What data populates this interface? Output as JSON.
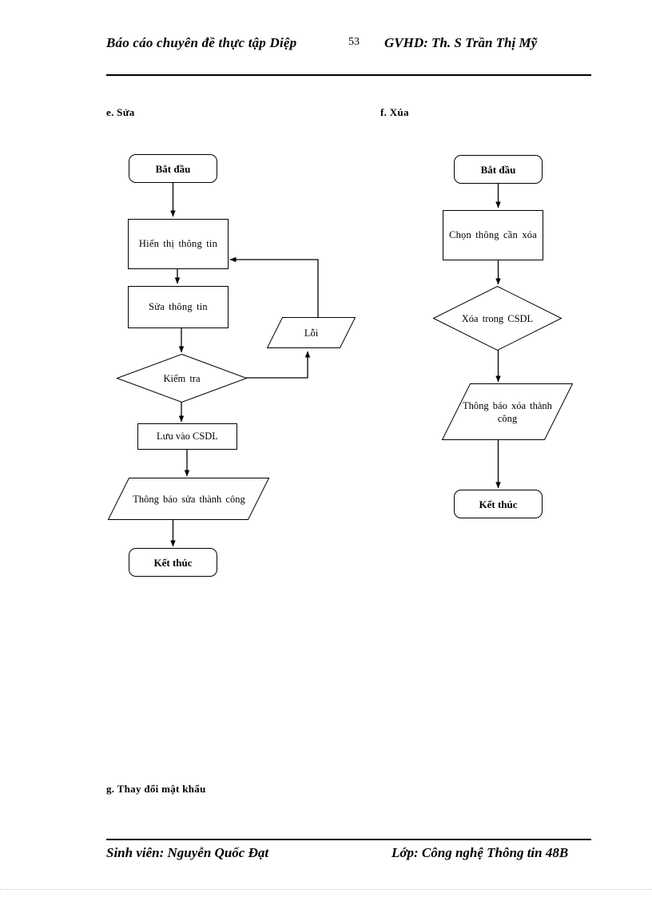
{
  "header": {
    "title_left": "Báo cáo chuyên đề thực tập Diệp",
    "page_number": "53",
    "title_right": "GVHD: Th. S Trần Thị Mỹ"
  },
  "sections": {
    "e": "e. Sửa",
    "f": "f. Xúa",
    "g": "g. Thay đổi mật khẩu"
  },
  "flowchart_edit": {
    "caption": "e. Sửa",
    "nodes": {
      "start": "Bắt đầu",
      "display_info": "Hiển thị thông tin",
      "edit_info": "Sửa thông tin",
      "check": "Kiểm tra",
      "save_db": "Lưu vào CSDL",
      "notify_success": "Thông báo sửa thành công",
      "error": "Lỗi",
      "end": "Kết thúc"
    }
  },
  "flowchart_delete": {
    "caption": "f. Xúa",
    "nodes": {
      "start": "Bắt đầu",
      "select_info": "Chọn thông cần xóa",
      "delete_db": "Xóa trong CSDL",
      "notify_success": "Thông báo xóa thành công",
      "end": "Kết thúc"
    }
  },
  "footer": {
    "left": "Sinh viên: Nguyễn Quốc Đạt",
    "right": "Lớp: Công nghệ Thông tin 48B"
  },
  "colors": {
    "ink": "#000000",
    "paper": "#ffffff"
  }
}
